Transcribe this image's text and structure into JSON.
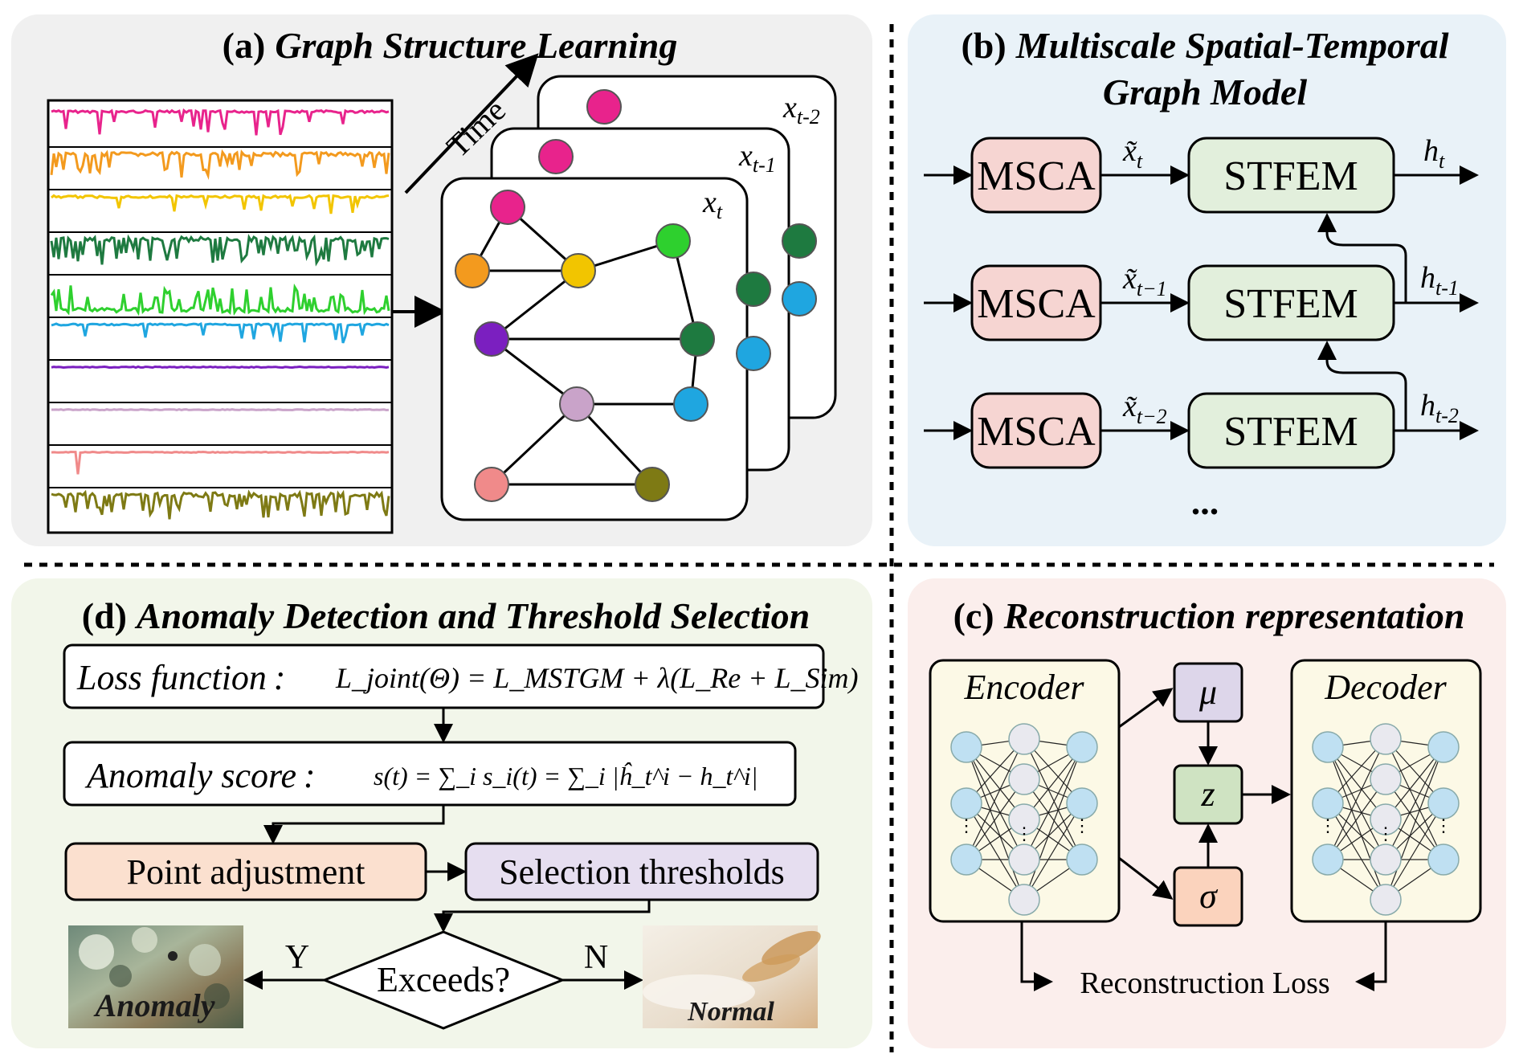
{
  "panels": {
    "a": {
      "tag": "(a)",
      "title": "Graph Structure Learning",
      "time_label": "Time",
      "frame_labels": [
        "x",
        "x",
        "x"
      ],
      "frame_subs": [
        "t-2",
        "t-1",
        "t"
      ]
    },
    "b": {
      "tag": "(b)",
      "title_line1": "Multiscale Spatial-Temporal",
      "title_line2": "Graph Model",
      "msca": "MSCA",
      "stfem": "STFEM",
      "x_labels": [
        "x̃",
        "x̃",
        "x̃"
      ],
      "x_subs": [
        "t",
        "t−1",
        "t−2"
      ],
      "h_labels": [
        "h",
        "h",
        "h"
      ],
      "h_subs": [
        "t",
        "t-1",
        "t-2"
      ],
      "ellipsis": "..."
    },
    "c": {
      "tag": "(c)",
      "title": "Reconstruction representation",
      "encoder": "Encoder",
      "decoder": "Decoder",
      "mu": "μ",
      "z": "z",
      "sigma": "σ",
      "loss": "Reconstruction Loss"
    },
    "d": {
      "tag": "(d)",
      "title": "Anomaly Detection and Threshold Selection",
      "loss_label": "Loss function :",
      "loss_formula": "L_joint(Θ) = L_MSTGM + λ(L_Re + L_Sim)",
      "score_label": "Anomaly score :",
      "score_formula": "s(t) = ∑_i s_i(t) = ∑_i |ĥ_t^i − h_t^i|",
      "point_adjustment": "Point adjustment",
      "selection_thresholds": "Selection thresholds",
      "exceeds": "Exceeds?",
      "yes": "Y",
      "no": "N",
      "anomaly": "Anomaly",
      "normal": "Normal"
    }
  },
  "series_colors": [
    "#e8238c",
    "#f39a1e",
    "#f2c500",
    "#1e7a40",
    "#2ed02e",
    "#1fa6e0",
    "#7b1fc0",
    "#c9a3c9",
    "#f08a8a",
    "#7e7a14"
  ],
  "node_colors": {
    "magenta": "#e8238c",
    "orange": "#f39a1e",
    "yellow": "#f2c500",
    "green": "#2ed02e",
    "purple": "#7b1fc0",
    "dark_green": "#1e7a40",
    "lilac": "#c9a3c9",
    "blue": "#1fa6e0",
    "salmon": "#f08a8a",
    "olive": "#7e7a14"
  }
}
